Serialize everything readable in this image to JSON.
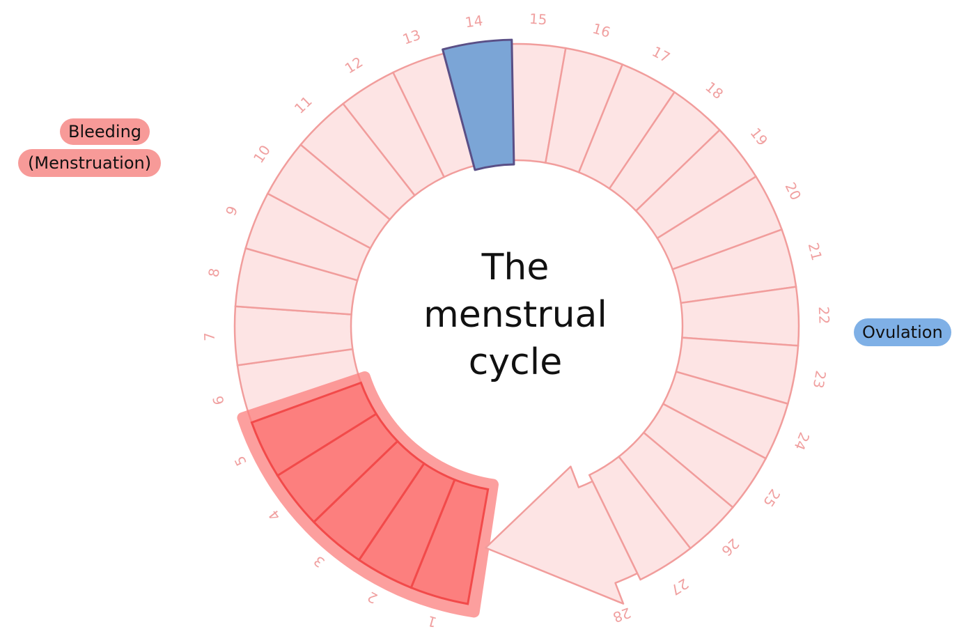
{
  "diagram": {
    "title_lines": [
      "The",
      "menstrual",
      "cycle"
    ],
    "days": [
      "1",
      "2",
      "3",
      "4",
      "5",
      "6",
      "7",
      "8",
      "9",
      "10",
      "11",
      "12",
      "13",
      "14",
      "15",
      "16",
      "17",
      "18",
      "19",
      "20",
      "21",
      "22",
      "23",
      "24",
      "25",
      "26",
      "27",
      "28"
    ],
    "bleeding_days": [
      1,
      2,
      3,
      4,
      5
    ],
    "ovulation_day": 14,
    "colors": {
      "ring_fill": "#fde4e4",
      "ring_stroke": "#f19d9c",
      "bleeding_fill": "#fc7f7e",
      "bleeding_stroke": "#f24a4a",
      "ovulation_fill": "#7ba5d6",
      "ovulation_stroke": "#5a4f86",
      "day_label": "#f0a0a0"
    }
  },
  "labels": {
    "bleeding_line1": "Bleeding",
    "bleeding_line2": "(Menstruation)",
    "ovulation": "Ovulation"
  }
}
